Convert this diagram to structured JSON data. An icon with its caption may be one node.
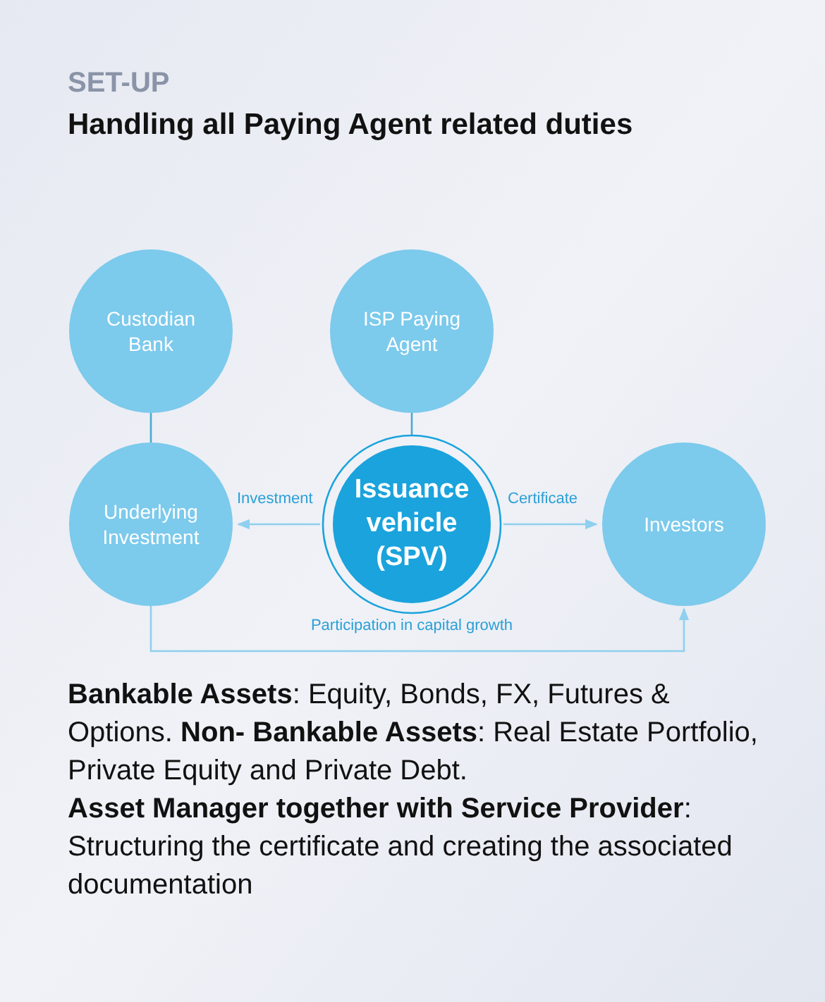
{
  "diagram": {
    "title": "SET-UP",
    "nodes": [
      {
        "text": [
          "Custodian Bank"
        ]
      },
      {
        "text": [
          "ISP Paying Agent"
        ]
      },
      {
        "text": [
          "Underlying Investment"
        ]
      },
      {
        "text": [
          "Issuance vehicle (SPV)"
        ]
      },
      {
        "text": [
          "Investors"
        ]
      }
    ],
    "edges": [
      {
        "from": 0,
        "to": 2,
        "arrow": "none"
      },
      {
        "from": 1,
        "to": 3,
        "arrow": "none"
      },
      {
        "from": 3,
        "to": 2,
        "arrow": "to",
        "label": "Investment"
      },
      {
        "from": 3,
        "to": 4,
        "arrow": "to",
        "label": "Certificate"
      },
      {
        "from": 2,
        "to": 4,
        "arrow": "to",
        "label": "Participation in capital growth"
      }
    ],
    "labels": [
      "Handling all Paying Agent related duties",
      "**Bankable Assets**: Equity, Bonds, FX, Futures & Options. **Non- Bankable Assets**: Real Estate Portfolio, Private Equity and Private Debt.",
      "**Asset Manager together with Service Provider**: Structuring the certificate and creating the associated documentation"
    ]
  }
}
